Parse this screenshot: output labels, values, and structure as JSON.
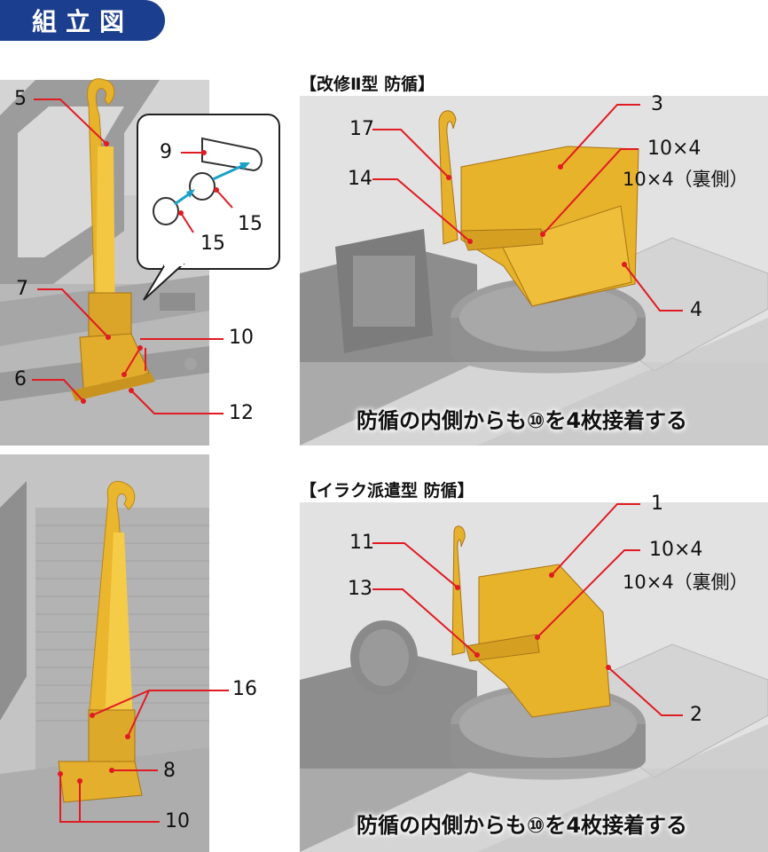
{
  "badge": "組立図",
  "colors": {
    "accent": "#1b3f8e",
    "leader": "#e11b22",
    "brass": "#e7b32b",
    "arrow": "#1aa2c8"
  },
  "section_a": {
    "heading": "【改修Ⅱ型 防循】",
    "labels": {
      "l3": "3",
      "l17": "17",
      "l10a": "10×4",
      "l10b": "10×4（裏側）",
      "l14": "14",
      "l4": "4"
    },
    "caption": "防循の内側からも⑩を4枚接着する"
  },
  "section_b": {
    "heading": "【イラク派遣型 防循】",
    "labels": {
      "l1": "1",
      "l11": "11",
      "l10a": "10×4",
      "l10b": "10×4（裏側）",
      "l13": "13",
      "l2": "2"
    },
    "caption": "防循の内側からも⑩を4枚接着する"
  },
  "detail_top": {
    "labels": {
      "l5": "5",
      "l7": "7",
      "l6": "6",
      "l10": "10",
      "l12": "12"
    },
    "inset_labels": {
      "l9": "9",
      "l15a": "15",
      "l15b": "15"
    }
  },
  "detail_bottom": {
    "labels": {
      "l16": "16",
      "l8": "8",
      "l10": "10"
    }
  }
}
